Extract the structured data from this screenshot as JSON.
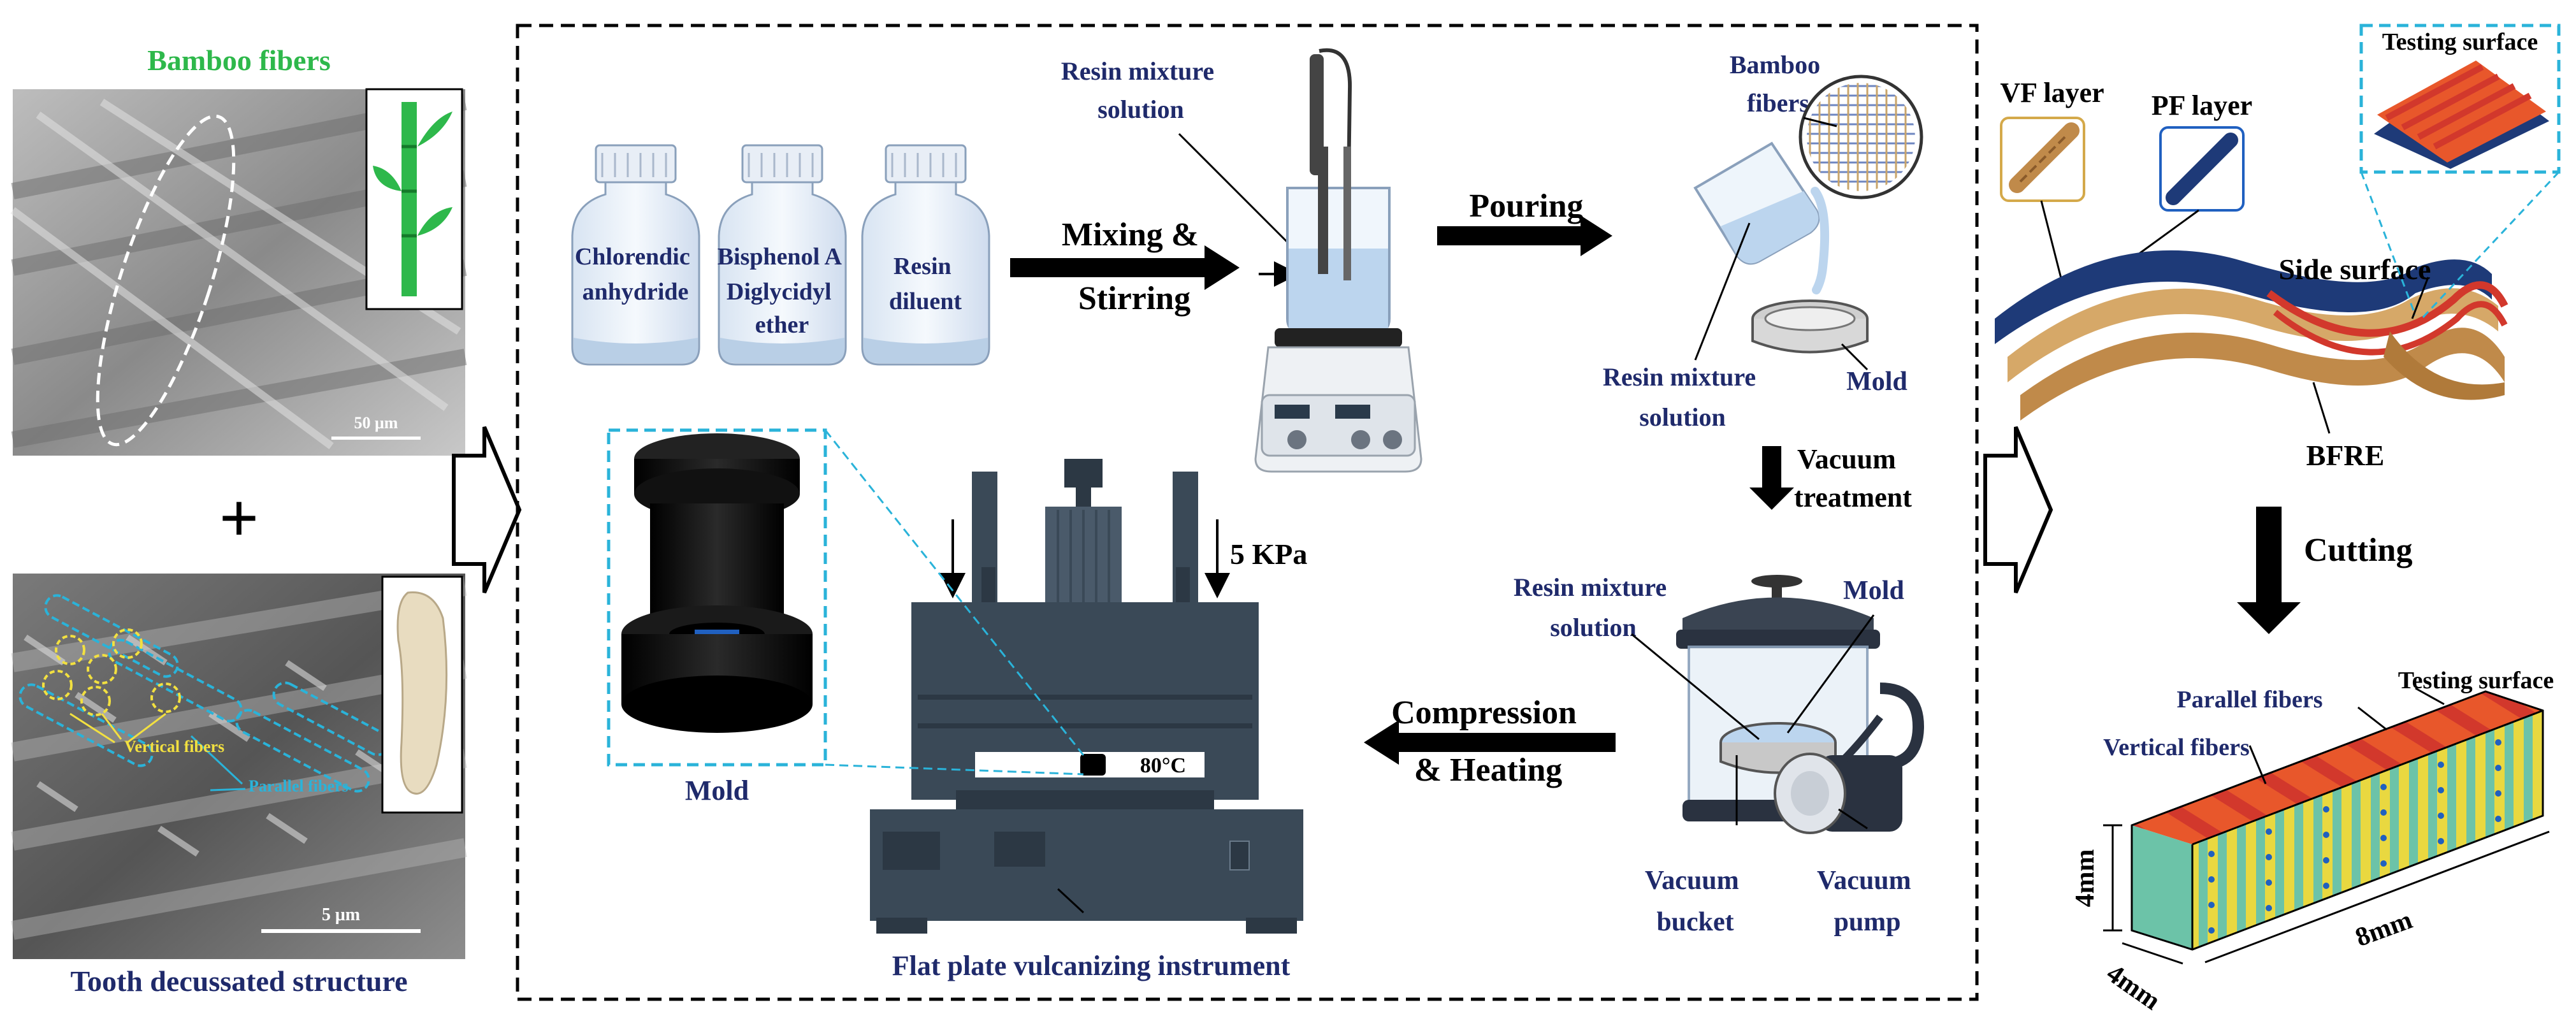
{
  "left_panel": {
    "bamboo_title": "Bamboo fibers",
    "bamboo_scale": "50 μm",
    "plus": "+",
    "tooth_vertical": "Vertical fibers",
    "tooth_parallel": "Parallel fibers",
    "tooth_scale": "5 μm",
    "tooth_title": "Tooth decussated structure"
  },
  "process": {
    "bottle_1": [
      "Chlorendic",
      "anhydride"
    ],
    "bottle_2": [
      "Bisphenol A",
      "Diglycidyl",
      "ether"
    ],
    "bottle_3": [
      "Resin",
      "diluent"
    ],
    "mixing": [
      "Mixing &",
      "Stirring"
    ],
    "resin_top": [
      "Resin mixture",
      "solution"
    ],
    "pouring": "Pouring",
    "bamboo_fibers": [
      "Bamboo",
      "fibers"
    ],
    "resin_mid": [
      "Resin mixture",
      "solution"
    ],
    "mold_top": "Mold",
    "vacuum_treatment": [
      "Vacuum",
      "treatment"
    ],
    "resin_bottom": [
      "Resin mixture",
      "solution"
    ],
    "mold_bottom": "Mold",
    "vacuum_bucket": [
      "Vacuum",
      "bucket"
    ],
    "vacuum_pump": [
      "Vacuum",
      "pump"
    ],
    "compression": [
      "Compression",
      "& Heating"
    ],
    "pressure": "5 KPa",
    "temperature": "80°C",
    "mold_press": "Mold",
    "instrument": "Flat plate vulcanizing instrument"
  },
  "right_panel": {
    "vf_layer": "VF layer",
    "pf_layer": "PF layer",
    "testing_surface_top": "Testing surface",
    "side_surface": "Side surface",
    "bfre": "BFRE",
    "cutting": "Cutting",
    "testing_surface_bottom": "Testing surface",
    "parallel_fibers": "Parallel fibers",
    "vertical_fibers": "Vertical fibers",
    "dim_height": "4mm",
    "dim_depth": "4mm",
    "dim_length": "8mm"
  },
  "colors": {
    "navy_text": "#1f2a6b",
    "green_text": "#2eb84b",
    "cyan_dash": "#2ab3d9",
    "instrument": "#3a4957",
    "mold": "#111111",
    "specimen_top": "#e8572b",
    "specimen_side": "#e6d33c"
  }
}
